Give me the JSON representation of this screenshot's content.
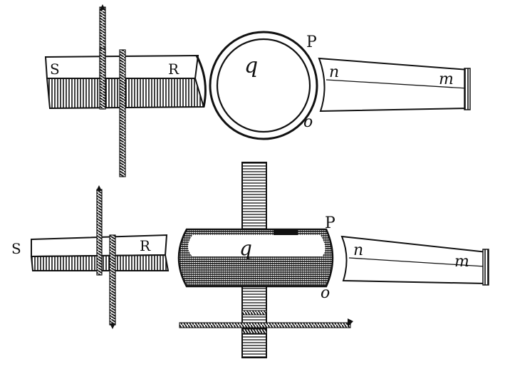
{
  "figure_top": {
    "labels": {
      "s": "S",
      "r": "R",
      "q": "q",
      "p": "P",
      "n": "n",
      "m": "m",
      "o": "o"
    }
  },
  "figure_bottom": {
    "labels": {
      "s": "S",
      "r": "R",
      "q": "q",
      "p": "P",
      "n": "n",
      "m": "m",
      "o": "o"
    }
  },
  "colors": {
    "ink": "#111111",
    "paper": "#ffffff"
  }
}
